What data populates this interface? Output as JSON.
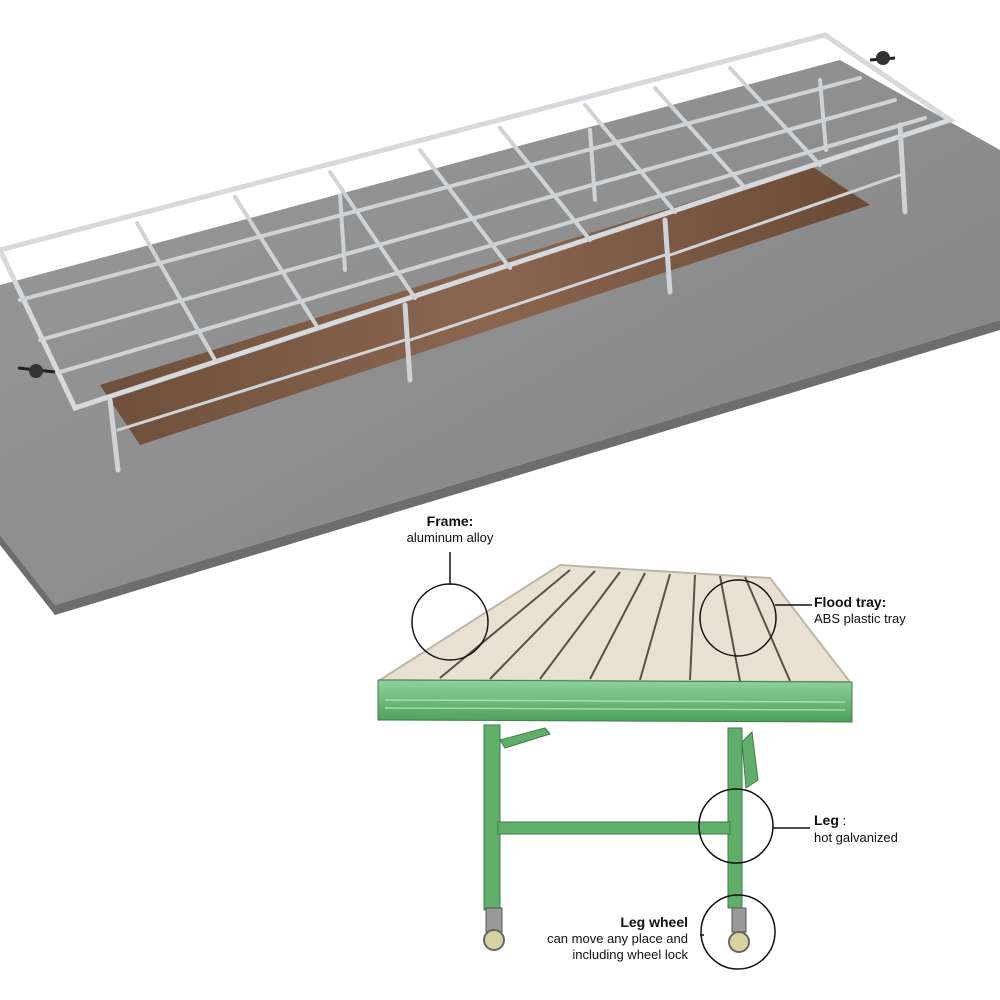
{
  "callouts": {
    "frame": {
      "title": "Frame:",
      "desc": "aluminum alloy"
    },
    "flood_tray": {
      "title": "Flood tray:",
      "desc": "ABS plastic tray"
    },
    "leg": {
      "title": "Leg",
      "title_suffix": " :",
      "desc": "hot galvanized"
    },
    "leg_wheel": {
      "title": "Leg wheel",
      "desc_line1": "can move any place and",
      "desc_line2": "including wheel lock"
    }
  },
  "colors": {
    "floor": "#8f8f8f",
    "soil": "#7a5a44",
    "rail": "#c9cdd0",
    "frame_green": "#6fbf7e",
    "leg_green": "#5fae6a",
    "tray": "#e8e0d2",
    "circle": "#111111"
  }
}
